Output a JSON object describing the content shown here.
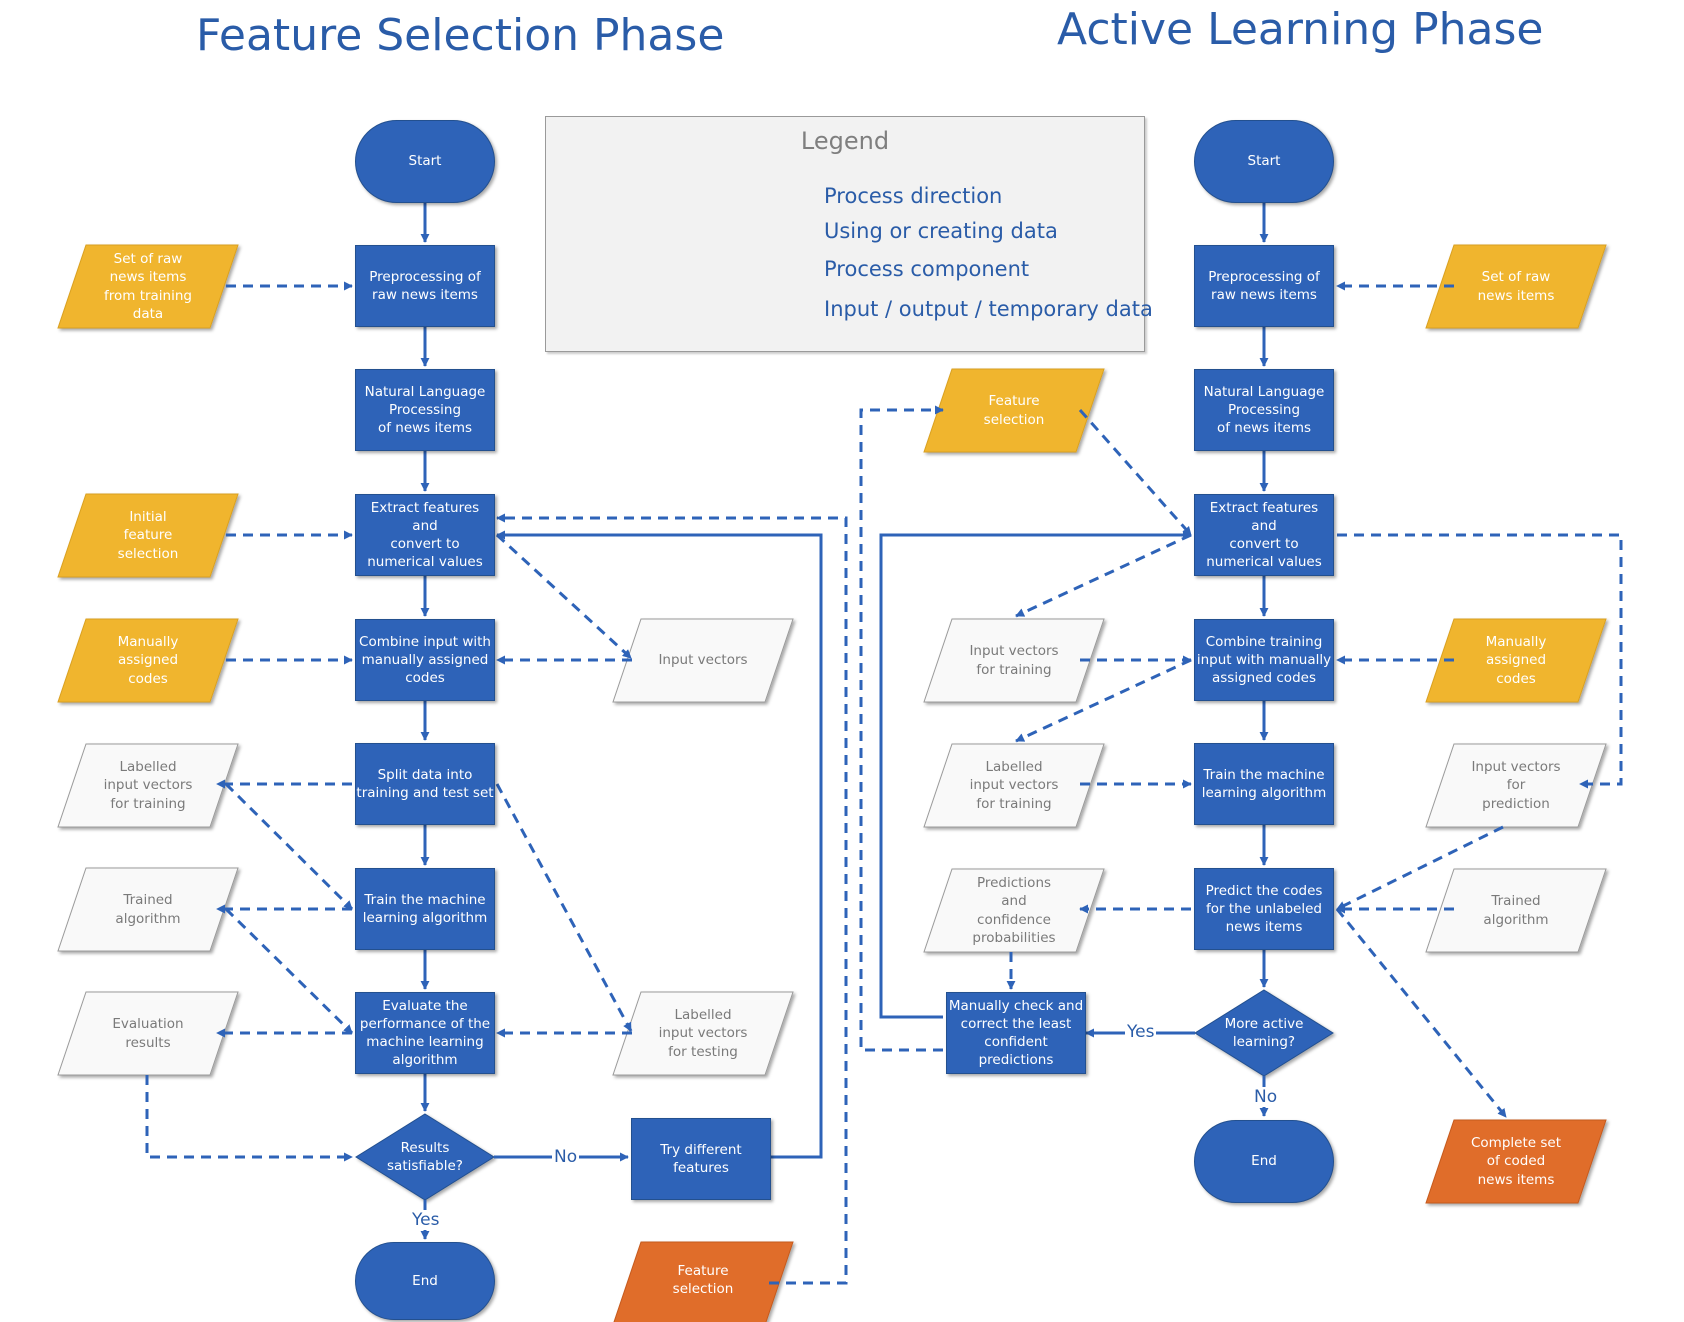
{
  "titles": {
    "feature_selection_phase": "Feature Selection Phase",
    "active_learning_phase": "Active Learning Phase"
  },
  "legend": {
    "title": "Legend",
    "process_direction": "Process direction",
    "using_or_creating_data": "Using or creating data",
    "process_component": "Process component",
    "io_data": "Input / output / temporary data"
  },
  "colors": {
    "process_blue": "#2e63b8",
    "input_yellow": "#f0b52d",
    "output_orange": "#e06d2b",
    "temp_white": "#f9f9f9",
    "arrow_blue": "#2e63b8"
  },
  "fs": {
    "start": "Start",
    "preprocess": "Preprocessing of\nraw news items",
    "nlp": "Natural Language\nProcessing\nof news items",
    "extract": "Extract features and\nconvert to\nnumerical values",
    "combine": "Combine input with\nmanually assigned\ncodes",
    "split": "Split data into\ntraining and test set",
    "train": "Train the machine\nlearning algorithm",
    "evaluate": "Evaluate the\nperformance of the\nmachine learning\nalgorithm",
    "decision": "Results\nsatisfiable?",
    "end": "End",
    "try": "Try different\nfeatures",
    "raw_input": "Set of raw\nnews items\nfrom training\ndata",
    "initial_feature": "Initial\nfeature\nselection",
    "manual_codes": "Manually\nassigned\ncodes",
    "labelled_train": "Labelled\ninput vectors\nfor training",
    "trained_alg": "Trained\nalgorithm",
    "eval_results": "Evaluation\nresults",
    "input_vectors": "Input vectors",
    "labelled_test": "Labelled\ninput vectors\nfor testing",
    "feature_out": "Feature\nselection",
    "no": "No",
    "yes": "Yes"
  },
  "al": {
    "start": "Start",
    "preprocess": "Preprocessing of\nraw news items",
    "nlp": "Natural Language\nProcessing\nof news items",
    "extract": "Extract features and\nconvert to\nnumerical values",
    "combine": "Combine training\ninput with manually\nassigned codes",
    "train": "Train the machine\nlearning algorithm",
    "predict": "Predict the codes\nfor the unlabeled\nnews items",
    "decision": "More active\nlearning?",
    "end": "End",
    "manual_check": "Manually check and\ncorrect the least\nconfident\npredictions",
    "raw_input": "Set of raw\nnews items",
    "feature_sel": "Feature\nselection",
    "manual_codes": "Manually\nassigned\ncodes",
    "input_vec_train": "Input vectors\nfor training",
    "labelled_train": "Labelled\ninput vectors\nfor training",
    "input_vec_pred": "Input vectors\nfor\nprediction",
    "predictions": "Predictions\nand\nconfidence\nprobabilities",
    "trained_alg": "Trained\nalgorithm",
    "complete_set": "Complete set\nof coded\nnews items",
    "yes": "Yes",
    "no": "No"
  }
}
